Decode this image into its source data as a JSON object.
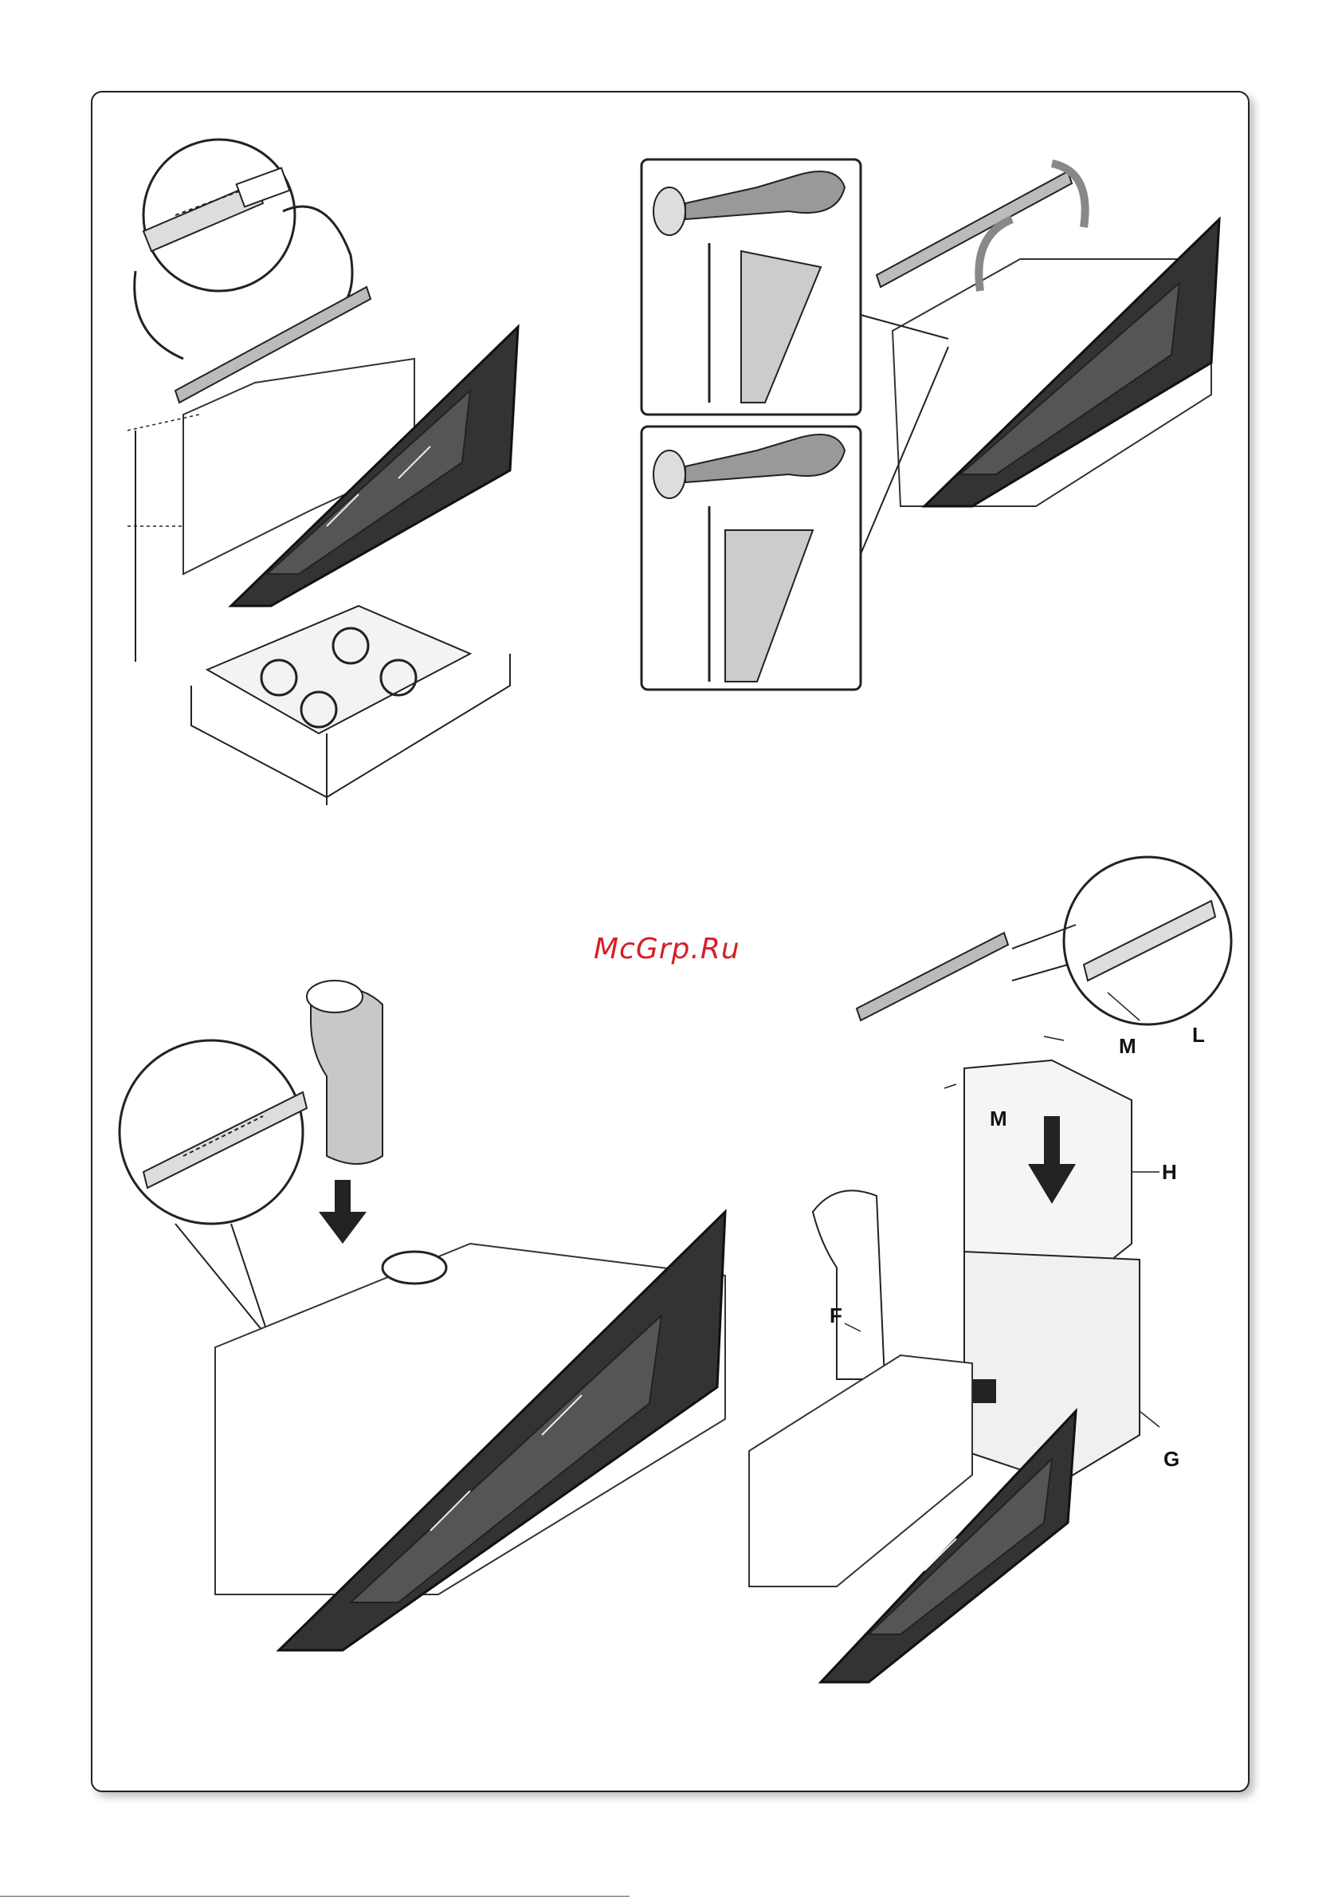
{
  "watermark": "McGrp.Ru",
  "labels": {
    "m_top": "M",
    "l": "L",
    "m_side": "M",
    "h": "H",
    "f": "F",
    "g": "G"
  }
}
